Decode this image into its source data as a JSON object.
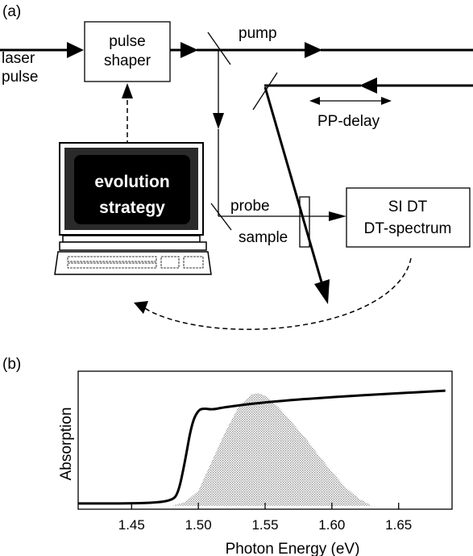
{
  "panel_a": {
    "label": "(a)",
    "laser_label": [
      "laser",
      "pulse"
    ],
    "shaper_label": [
      "pulse",
      "shaper"
    ],
    "pump_label": "pump",
    "delay_label": "PP-delay",
    "probe_label": "probe",
    "sample_label": "sample",
    "computer_label": [
      "evolution",
      "strategy"
    ],
    "detector_label": [
      "SI DT",
      "DT-spectrum"
    ]
  },
  "panel_b": {
    "label": "(b)"
  },
  "chart_data": {
    "type": "area",
    "xlabel": "Photon Energy (eV)",
    "ylabel": "Absorption",
    "xlim": [
      1.41,
      1.69
    ],
    "ylim": [
      0,
      1
    ],
    "xticks": [
      "1.45",
      "1.50",
      "1.55",
      "1.60",
      "1.65"
    ],
    "xtick_values": [
      1.45,
      1.5,
      1.55,
      1.6,
      1.65
    ],
    "series": [
      {
        "style": "solid line",
        "color": "#000000",
        "x": [
          1.41,
          1.46,
          1.48,
          1.485,
          1.49,
          1.495,
          1.5,
          1.505,
          1.51,
          1.52,
          1.55,
          1.6,
          1.65,
          1.685
        ],
        "y": [
          0.02,
          0.02,
          0.04,
          0.1,
          0.35,
          0.65,
          0.76,
          0.77,
          0.76,
          0.78,
          0.82,
          0.86,
          0.89,
          0.91
        ]
      },
      {
        "style": "dotted gray fill",
        "color": "#9a9a9a",
        "x": [
          1.48,
          1.49,
          1.5,
          1.51,
          1.52,
          1.53,
          1.54,
          1.545,
          1.55,
          1.56,
          1.57,
          1.58,
          1.59,
          1.6,
          1.61,
          1.62,
          1.63
        ],
        "y": [
          0.0,
          0.03,
          0.12,
          0.35,
          0.58,
          0.78,
          0.88,
          0.89,
          0.87,
          0.78,
          0.66,
          0.54,
          0.4,
          0.27,
          0.15,
          0.06,
          0.0
        ]
      }
    ]
  }
}
